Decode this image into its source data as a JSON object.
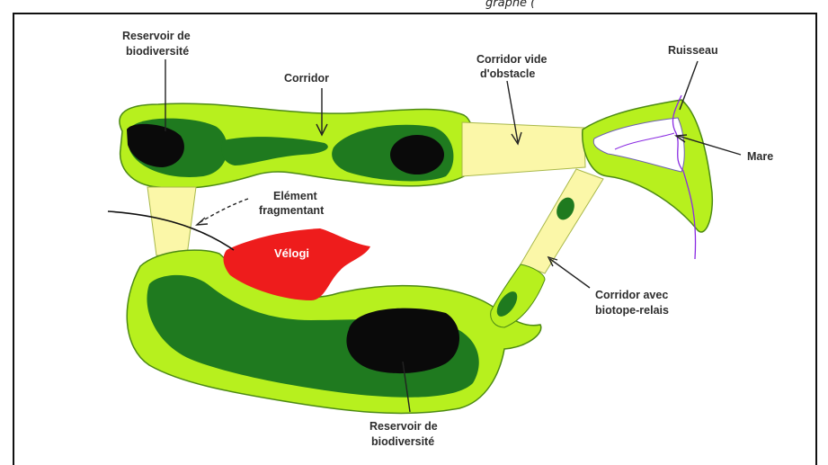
{
  "caption": "graphe (",
  "labels": {
    "reservoir_top_line1": "Reservoir de",
    "reservoir_top_line2": "biodiversité",
    "corridor": "Corridor",
    "corridor_vide_line1": "Corridor vide",
    "corridor_vide_line2": "d'obstacle",
    "ruisseau": "Ruisseau",
    "mare": "Mare",
    "element_line1": "Elément",
    "element_line2": "fragmentant",
    "velogi": "Vélogi",
    "corridor_avec_line1": "Corridor avec",
    "corridor_avec_line2": "biotope-relais",
    "reservoir_bottom_line1": "Reservoir de",
    "reservoir_bottom_line2": "biodiversité"
  },
  "colors": {
    "light_green": "#b7f01e",
    "dark_green": "#1f7a1f",
    "black": "#0a0a0a",
    "yellow_corridor": "#fbf7a8",
    "red_fragment": "#ee1c1c",
    "stream": "#8a2be2"
  }
}
